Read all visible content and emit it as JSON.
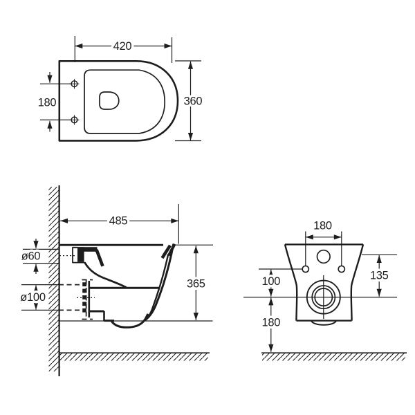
{
  "colors": {
    "line": "#1d1d1d",
    "background": "#ffffff"
  },
  "views": {
    "top": {
      "width": "420",
      "depth": "360",
      "bolt_spacing": "180"
    },
    "side": {
      "depth": "485",
      "height": "365",
      "inlet_diameter": "ø60",
      "outlet_diameter": "ø100"
    },
    "rear": {
      "bolt_spacing": "180",
      "top_to_outlet": "135",
      "bolts_to_outlet": "100",
      "outlet_to_floor": "180"
    }
  }
}
